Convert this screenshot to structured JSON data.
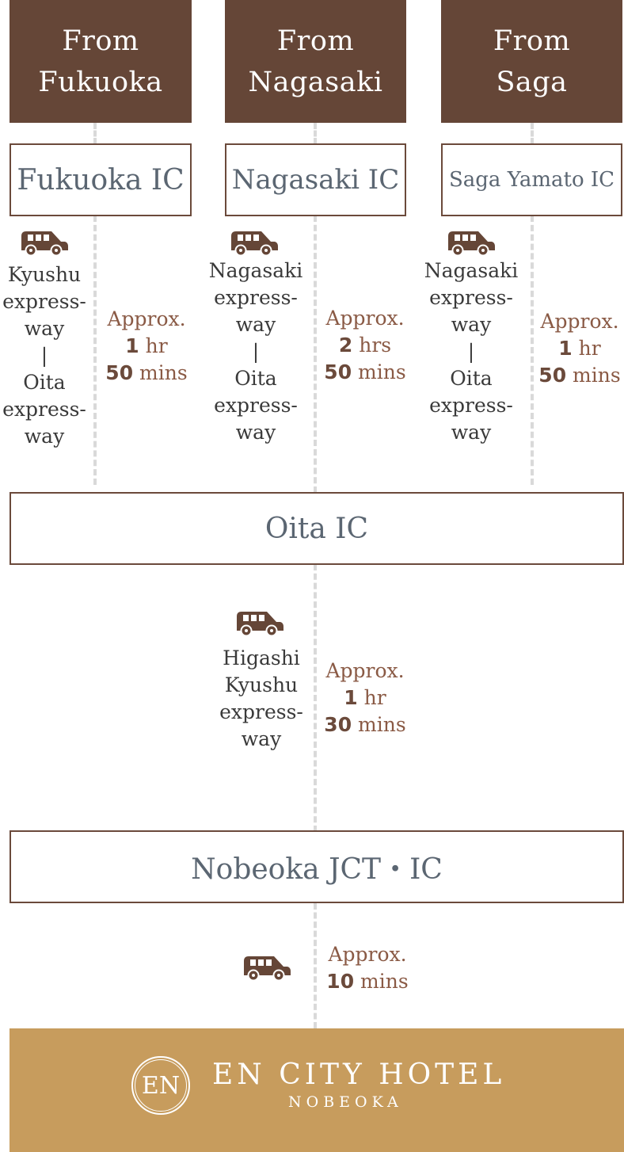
{
  "origins": [
    {
      "label": "From\nFukuoka"
    },
    {
      "label": "From\nNagasaki"
    },
    {
      "label": "From\nSaga"
    }
  ],
  "interchanges": [
    {
      "label": "Fukuoka IC"
    },
    {
      "label": "Nagasaki IC"
    },
    {
      "label": "Saga Yamato IC"
    }
  ],
  "routes": [
    {
      "expressway": "Kyushu\nexpress-\nway\n|\nOita\nexpress-\nway",
      "approx": "Approx.",
      "time_value_1": "1",
      "time_unit_1": "hr",
      "time_value_2": "50",
      "time_unit_2": "mins"
    },
    {
      "expressway": "Nagasaki\nexpress-\nway\n|\nOita\nexpress-\nway",
      "approx": "Approx.",
      "time_value_1": "2",
      "time_unit_1": "hrs",
      "time_value_2": "50",
      "time_unit_2": "mins"
    },
    {
      "expressway": "Nagasaki\nexpress-\nway\n|\nOita\nexpress-\nway",
      "approx": "Approx.",
      "time_value_1": "1",
      "time_unit_1": "hr",
      "time_value_2": "50",
      "time_unit_2": "mins"
    }
  ],
  "oita": {
    "label": "Oita IC"
  },
  "route_oita_nobeoka": {
    "expressway": "Higashi\nKyushu\nexpress-\nway",
    "approx": "Approx.",
    "time_value_1": "1",
    "time_unit_1": "hr",
    "time_value_2": "30",
    "time_unit_2": "mins"
  },
  "nobeoka": {
    "label": "Nobeoka JCT・IC"
  },
  "route_final": {
    "approx": "Approx.",
    "time_value": "10",
    "time_unit": "mins"
  },
  "hotel": {
    "monogram": "EN",
    "name": "EN CITY HOTEL",
    "subtitle": "NOBEOKA"
  },
  "colors": {
    "brown": "#654637",
    "gold": "#c79c5d",
    "ic_text": "#5b6672",
    "time_text": "#8a5a45"
  },
  "icons": [
    "car-icon",
    "hotel-logo-icon"
  ]
}
